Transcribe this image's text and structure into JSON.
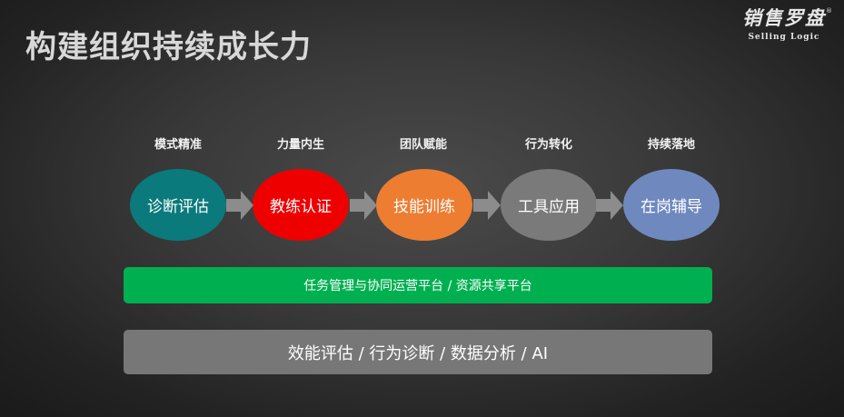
{
  "title": "构建组织持续成长力",
  "logo": {
    "cn": "销售罗盘",
    "en": "Selling Logic",
    "reg": "®"
  },
  "steps": [
    {
      "label": "模式精准",
      "name": "诊断评估",
      "color": "#0b7a7c"
    },
    {
      "label": "力量内生",
      "name": "教练认证",
      "color": "#ee0000"
    },
    {
      "label": "团队赋能",
      "name": "技能训练",
      "color": "#ed7d31"
    },
    {
      "label": "行为转化",
      "name": "工具应用",
      "color": "#7a7a7a"
    },
    {
      "label": "持续落地",
      "name": "在岗辅导",
      "color": "#6f89bf"
    }
  ],
  "bars": {
    "platform": {
      "text": "任务管理与协同运营平台 / 资源共享平台",
      "color": "#00b050"
    },
    "analytics": {
      "text": "效能评估 / 行为诊断 / 数据分析 / AI",
      "color": "#777777"
    }
  },
  "colors": {
    "arrow": "#8c8c8c",
    "title": "#d8d8d8"
  }
}
